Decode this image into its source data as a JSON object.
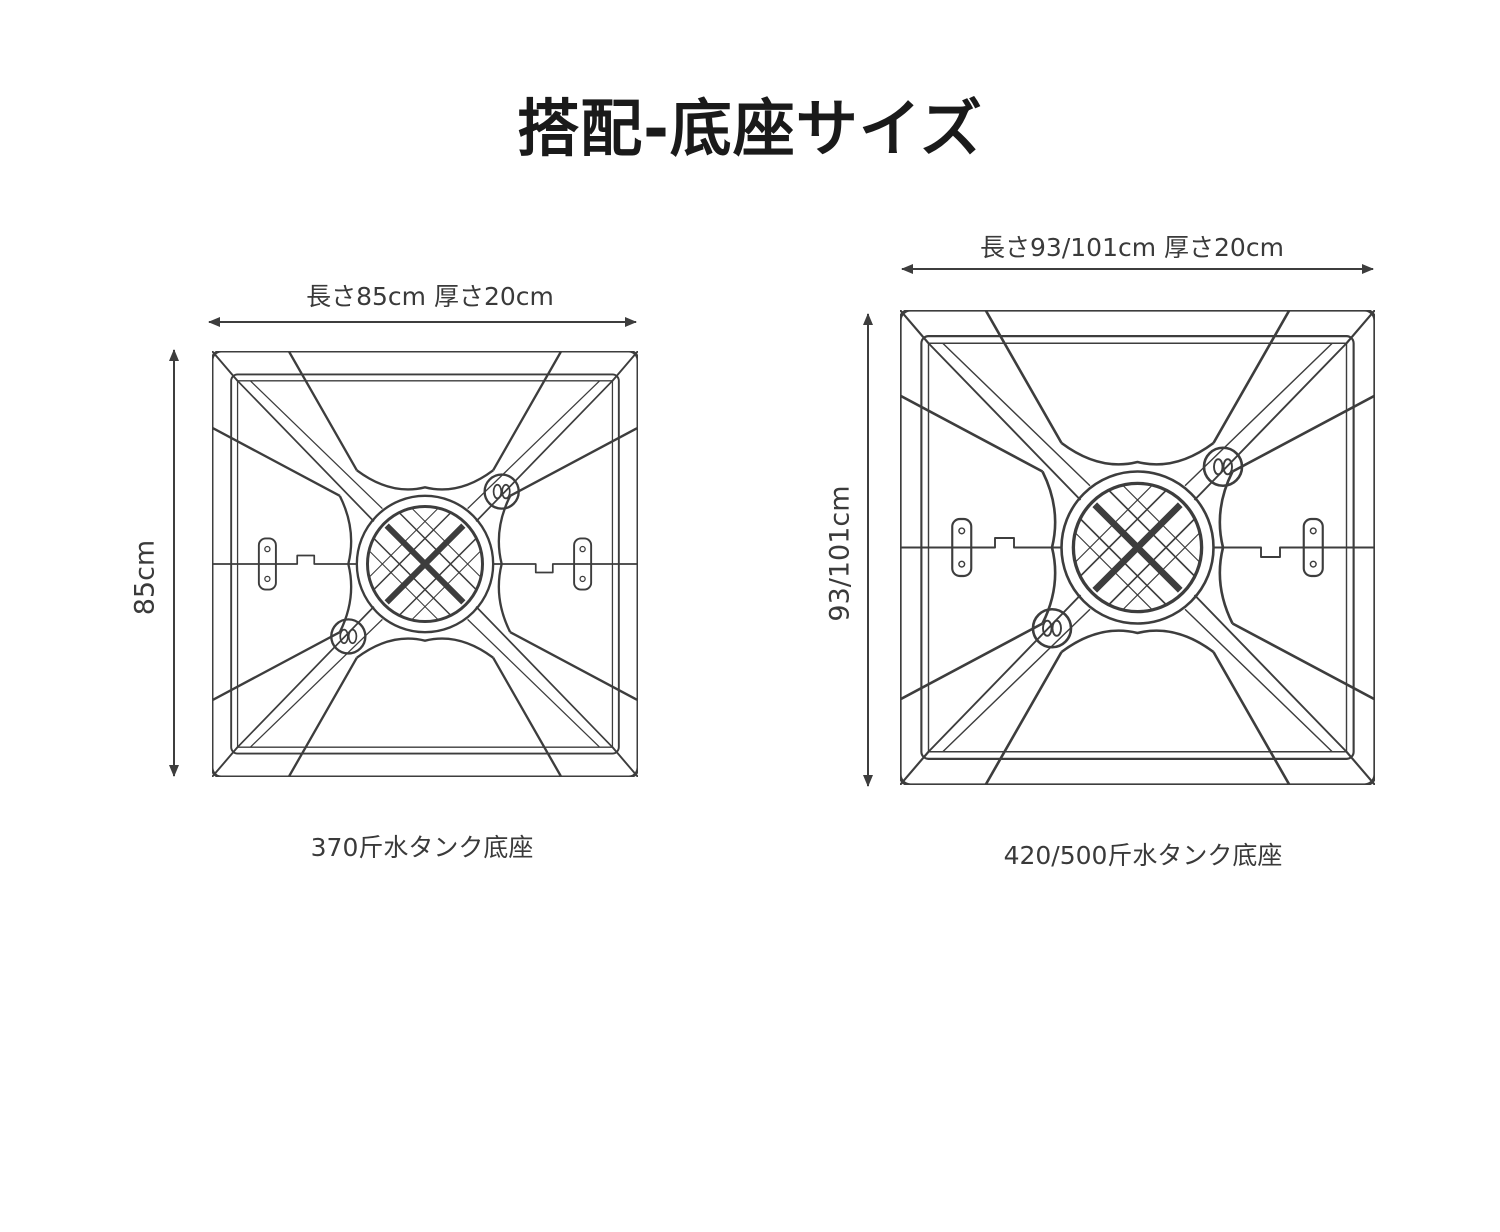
{
  "title": "搭配-底座サイズ",
  "bases": [
    {
      "dimension_text": "長さ85cm 厚さ20cm",
      "side_text": "85cm",
      "caption": "370斤水タンク底座"
    },
    {
      "dimension_text": "長さ93/101cm 厚さ20cm",
      "side_text": "93/101cm",
      "caption": "420/500斤水タンク底座"
    }
  ],
  "colors": {
    "line": "#3d3d3d",
    "text": "#333333"
  }
}
